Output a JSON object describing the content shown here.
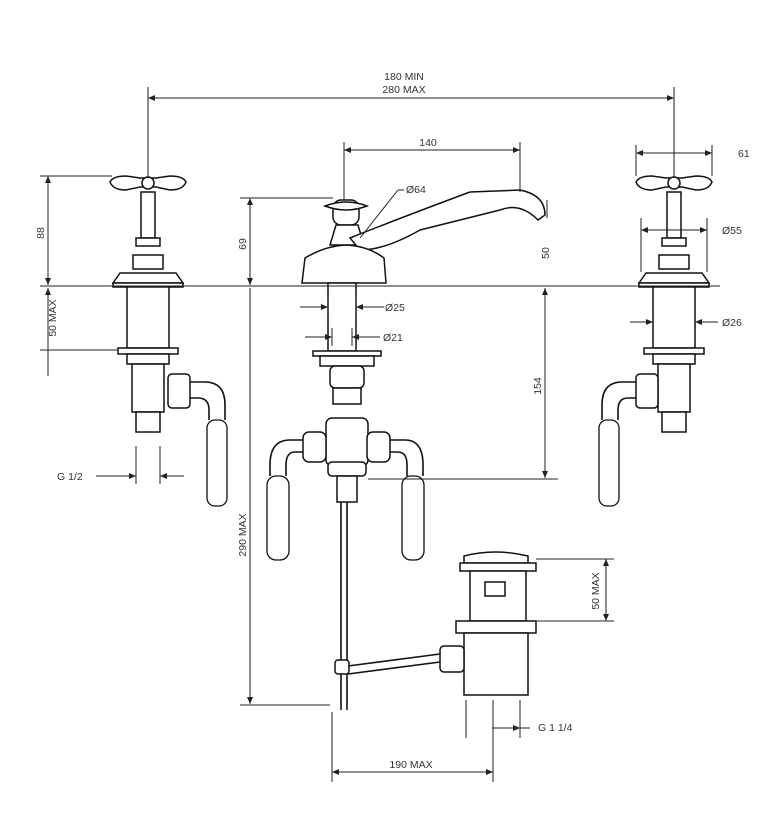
{
  "dimensions": {
    "width_min": "180 MIN",
    "width_max": "280 MAX",
    "spout_reach": "140",
    "handle_width": "61",
    "body_diameter": "Ø64",
    "handle_height": "88",
    "spout_base_height": "69",
    "spout_drop": "50",
    "valve_diameter": "Ø55",
    "deck_max_left": "50 MAX",
    "stem_diameter_25": "Ø25",
    "stem_diameter_21": "Ø21",
    "shank_diameter_26": "Ø26",
    "shank_length": "154",
    "thread_valve": "G 1/2",
    "overall_height": "290 MAX",
    "waste_height": "50 MAX",
    "waste_thread": "G 1 1/4",
    "pop_up_reach": "190 MAX"
  },
  "colors": {
    "line": "#111111",
    "text": "#333333",
    "background": "#ffffff"
  }
}
